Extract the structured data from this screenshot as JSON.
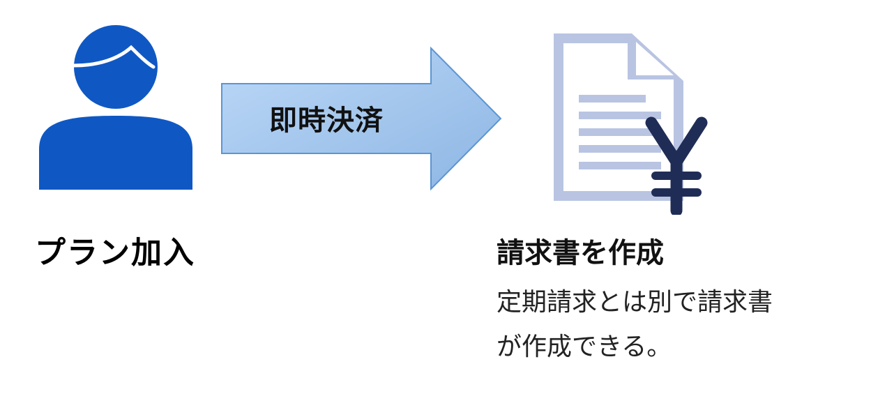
{
  "step_left": {
    "icon": "person-icon",
    "label": "プラン加入"
  },
  "arrow": {
    "icon": "right-arrow-icon",
    "label": "即時決済"
  },
  "step_right": {
    "icon": "yen-invoice-document-icon",
    "title": "請求書を作成",
    "description_lines": [
      "定期請求とは別で請求書",
      "が作成できる。"
    ]
  },
  "colors": {
    "person": "#0f58c4",
    "arrow_fill_start": "#b9d5f6",
    "arrow_fill_end": "#8fb9e6",
    "arrow_stroke": "#5b95d2",
    "document": "#b9c4e2",
    "yen": "#1f2d56"
  }
}
